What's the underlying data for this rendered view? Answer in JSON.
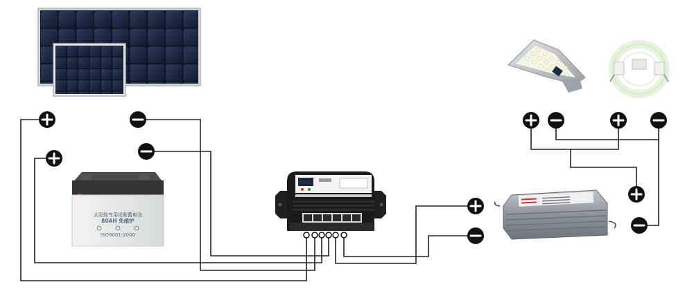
{
  "colors": {
    "wire": "#222222",
    "terminal_fill": "#111111",
    "terminal_symbol": "#ffffff",
    "solar_cell": "#1c2a44",
    "solar_frame": "#c8ccd2",
    "battery_body": "#e9ece8",
    "battery_lid": "#3b3b3b",
    "battery_text": "#5a6f8a",
    "controller_body": "#1b1b1b",
    "controller_panel": "#f4f4f4",
    "driver_body": "#9aa0a8",
    "led_lamp": "#c7cbd0",
    "induction_lamp": "#dff2d5"
  },
  "icons": {
    "terminal_positive": "plus-circle-icon",
    "terminal_negative": "minus-circle-icon"
  },
  "battery": {
    "line1": "太阳能专用铅酸蓄电池",
    "line2": "80AH 免维护",
    "line3": "ISO9001:2000"
  }
}
